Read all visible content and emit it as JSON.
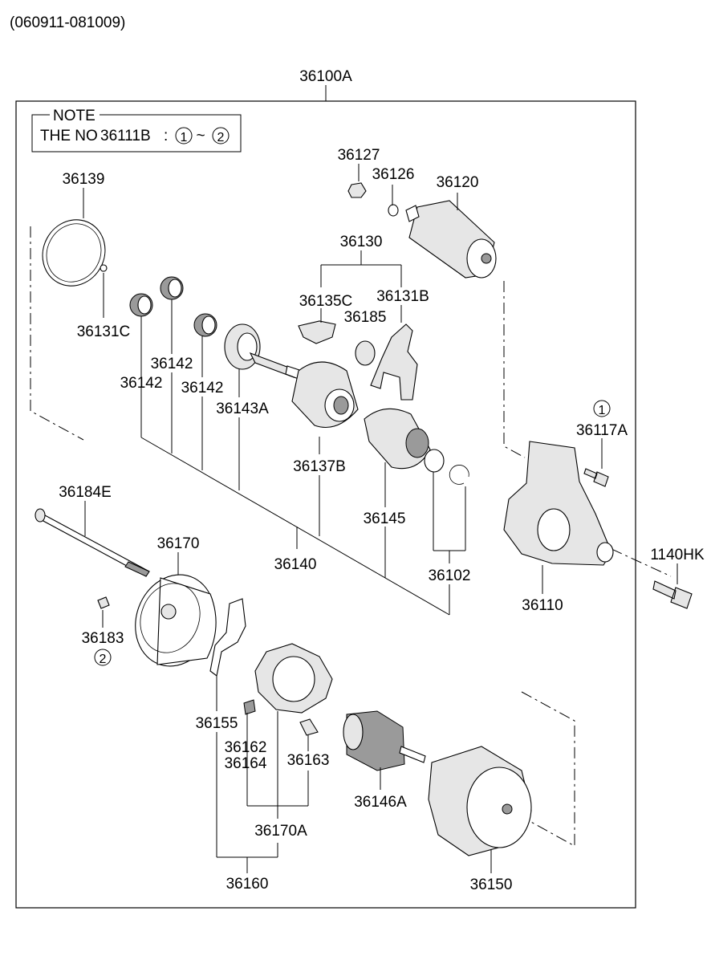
{
  "date_code": "(060911-081009)",
  "assembly": "36100A",
  "note": {
    "title": "NOTE",
    "prefix": "THE NO",
    "part": "36111B",
    "sep": ":",
    "from": "1",
    "tilde": "~",
    "to": "2"
  },
  "labels": {
    "p36139": "36139",
    "p36131C": "36131C",
    "p36142a": "36142",
    "p36142b": "36142",
    "p36142c": "36142",
    "p36143A": "36143A",
    "p36127": "36127",
    "p36126": "36126",
    "p36120": "36120",
    "p36130": "36130",
    "p36135C": "36135C",
    "p36131B": "36131B",
    "p36185": "36185",
    "p36137B": "36137B",
    "p36145": "36145",
    "p36140": "36140",
    "p36102": "36102",
    "p36117A": "36117A",
    "callout1": "1",
    "p36110": "36110",
    "p1140HK": "1140HK",
    "p36184E": "36184E",
    "p36170": "36170",
    "p36183": "36183",
    "callout2": "2",
    "p36155": "36155",
    "p36162": "36162",
    "p36164": "36164",
    "p36163": "36163",
    "p36170A": "36170A",
    "p36160": "36160",
    "p36146A": "36146A",
    "p36150": "36150"
  }
}
